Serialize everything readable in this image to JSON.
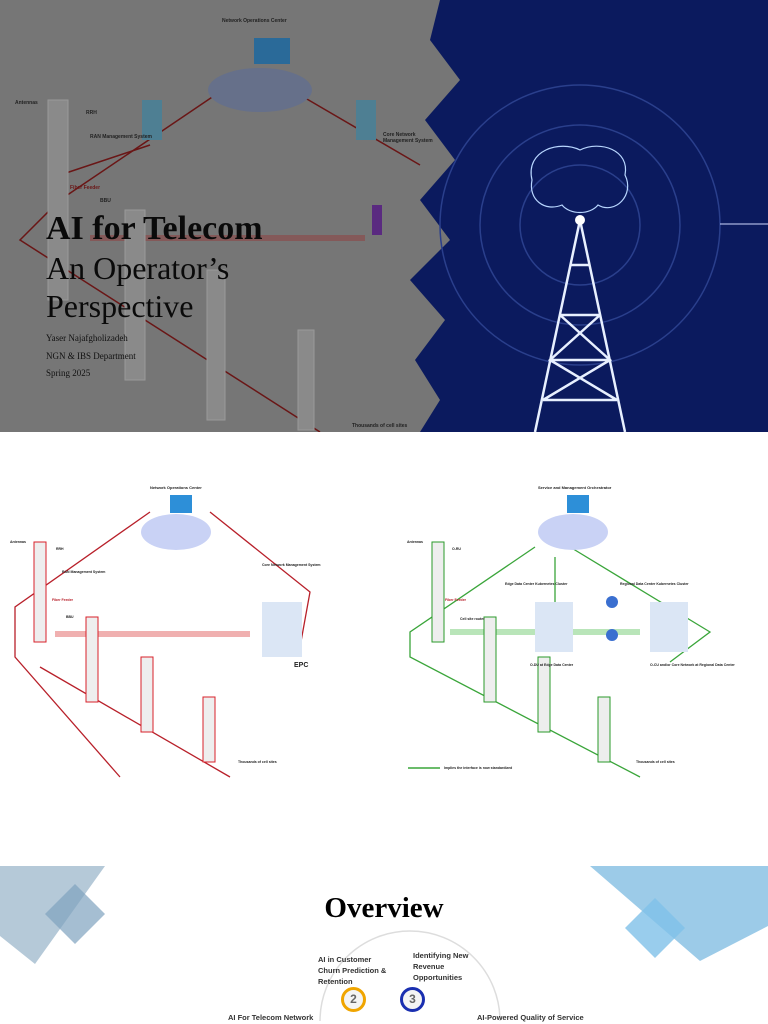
{
  "slide1": {
    "title": "AI for Telecom",
    "subtitle_line1": "An Operator’s",
    "subtitle_line2": "Perspective",
    "author": "Yaser Najafgholizadeh",
    "department": "NGN & IBS Department",
    "term": "Spring 2025",
    "diagram": {
      "noc": "Network Operations Center",
      "antennas": "Antennas",
      "rrh": "RRH",
      "ran": "RAN Management System",
      "core": "Core Network Management System",
      "fiber": "Fiber Feeder",
      "bbu": "BBU",
      "cells": "Thousands of cell sites"
    },
    "colors": {
      "navy": "#0b1a5e",
      "accent": "#1e6fff"
    }
  },
  "slide2": {
    "left": {
      "title": "Network Operations Center",
      "antennas": "Antennas",
      "rrh": "RRH",
      "ran": "RAN Management System",
      "core": "Core Network Management System",
      "fiber": "Fiber Feeder",
      "bbu": "BBU",
      "epc": "EPC",
      "cells": "Thousands of cell sites"
    },
    "right": {
      "title": "Service and Management Orchestrator",
      "antennas": "Antennas",
      "oru": "O-RU",
      "fiber": "Fiber Feeder",
      "cellsite": "Cell site router",
      "edge": "Edge Data Center Kubernetes Cluster",
      "regional": "Regional Data Center Kubernetes Cluster",
      "odu": "O-DU at Edge Data Center",
      "ocu": "O-CU and/or Core Network at Regional Data Center",
      "cells": "Thousands of cell sites",
      "legend": "Implies the interface is now standardized"
    }
  },
  "slide3": {
    "title": "Overview",
    "items": [
      {
        "num": "2",
        "label": "AI in Customer Churn Prediction & Retention",
        "color": "#f0a500"
      },
      {
        "num": "3",
        "label": "Identifying New Revenue Opportunities",
        "color": "#1a2fb0"
      }
    ],
    "left_label": "AI For Telecom Network",
    "right_label": "AI-Powered Quality of Service"
  }
}
